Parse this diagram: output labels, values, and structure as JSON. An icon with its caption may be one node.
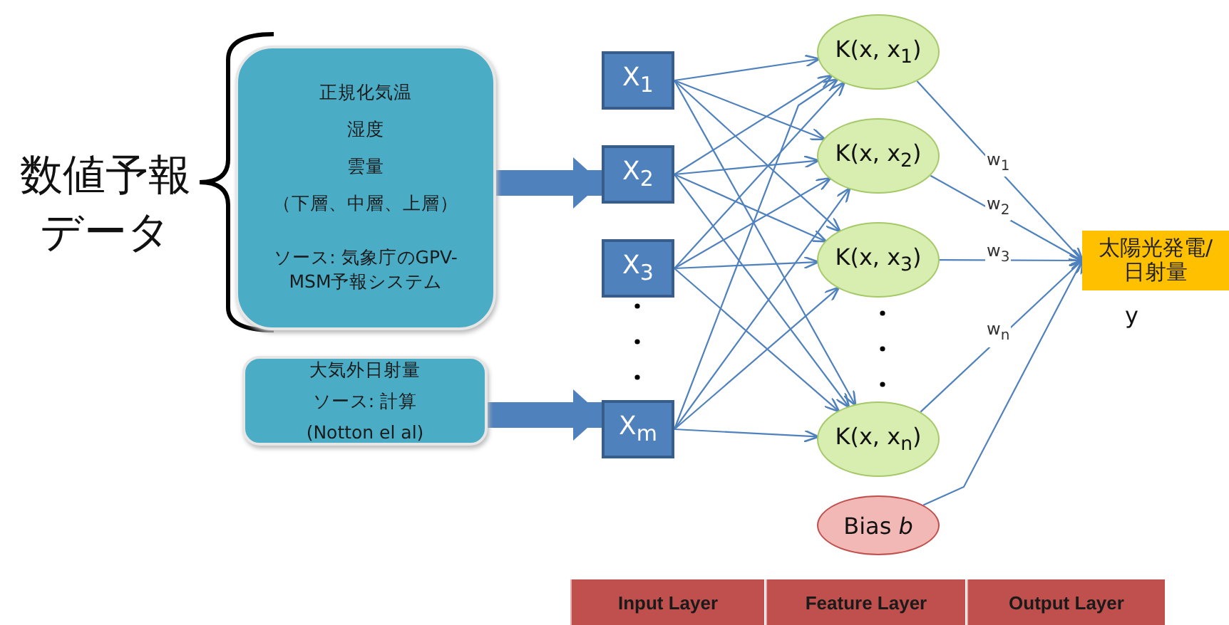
{
  "diagram": {
    "nodes": [
      {
        "text": [
          "正規化気温",
          "湿度",
          "雲量",
          "（下層、中層、上層）",
          "ソース: 気象庁のGPV-MSM予報システム"
        ]
      },
      {
        "text": [
          "大気外日射量",
          "ソース: 計算",
          "(Notton el al)"
        ]
      },
      {
        "text": [
          "X$_{1}$"
        ]
      },
      {
        "text": [
          "X$_{2}$"
        ]
      },
      {
        "text": [
          "X$_{3}$"
        ]
      },
      {
        "text": [
          "X$_{m}$"
        ]
      },
      {
        "text": [
          "K(x, x$_{1}$)"
        ]
      },
      {
        "text": [
          "K(x, x$_{2}$)"
        ]
      },
      {
        "text": [
          "K(x, x$_{3}$)"
        ]
      },
      {
        "text": [
          "K(x, x$_{n}$)"
        ]
      },
      {
        "text": [
          "Bias *b*"
        ]
      },
      {
        "text": [
          "太陽光発電/日射量"
        ],
        "beside": [
          "y"
        ]
      }
    ],
    "edges": [
      {
        "from": 0,
        "to": 3,
        "arrow": "to",
        "style": "thick"
      },
      {
        "from": 1,
        "to": 5,
        "arrow": "to",
        "style": "thick"
      },
      {
        "from": 2,
        "to": 6,
        "arrow": "to"
      },
      {
        "from": 2,
        "to": 7,
        "arrow": "to"
      },
      {
        "from": 2,
        "to": 8,
        "arrow": "to"
      },
      {
        "from": 2,
        "to": 9,
        "arrow": "to"
      },
      {
        "from": 3,
        "to": 6,
        "arrow": "to"
      },
      {
        "from": 3,
        "to": 7,
        "arrow": "to"
      },
      {
        "from": 3,
        "to": 8,
        "arrow": "to"
      },
      {
        "from": 3,
        "to": 9,
        "arrow": "to"
      },
      {
        "from": 4,
        "to": 6,
        "arrow": "to"
      },
      {
        "from": 4,
        "to": 7,
        "arrow": "to"
      },
      {
        "from": 4,
        "to": 8,
        "arrow": "to"
      },
      {
        "from": 4,
        "to": 9,
        "arrow": "to"
      },
      {
        "from": 5,
        "to": 6,
        "arrow": "to"
      },
      {
        "from": 5,
        "to": 7,
        "arrow": "to"
      },
      {
        "from": 5,
        "to": 8,
        "arrow": "to"
      },
      {
        "from": 5,
        "to": 9,
        "arrow": "to"
      },
      {
        "from": 6,
        "to": 11,
        "arrow": "to",
        "label": "w$_{1}$"
      },
      {
        "from": 7,
        "to": 11,
        "arrow": "to",
        "label": "w$_{2}$"
      },
      {
        "from": 8,
        "to": 11,
        "arrow": "to",
        "label": "w$_{3}$"
      },
      {
        "from": 9,
        "to": 11,
        "arrow": "to",
        "label": "w$_{n}$"
      },
      {
        "from": 10,
        "to": 11,
        "arrow": "to"
      }
    ],
    "labels": [
      "数値予報データ",
      "Input Layer",
      "Feature Layer",
      "Output Layer"
    ]
  }
}
